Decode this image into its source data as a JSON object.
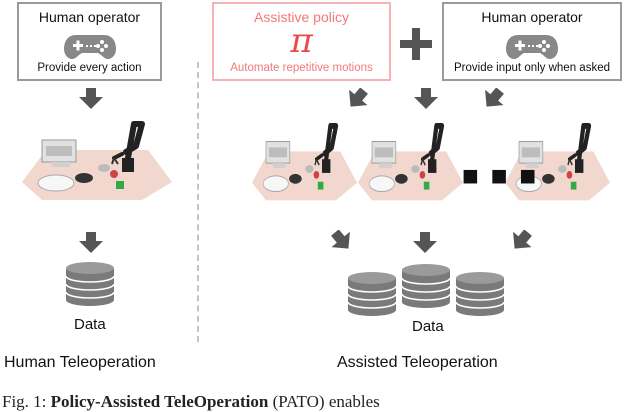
{
  "left_box": {
    "title": "Human operator",
    "subtitle": "Provide every action",
    "icon": "gamepad-icon"
  },
  "policy_box": {
    "title": "Assistive policy",
    "symbol": "π",
    "subtitle": "Automate repetitive motions"
  },
  "right_box": {
    "title": "Human operator",
    "subtitle": "Provide input only when asked",
    "icon": "gamepad-icon"
  },
  "plus_icon": "plus-icon",
  "ellipsis": "■ ■ ■",
  "data_left": "Data",
  "data_right": "Data",
  "section_left": "Human Teleoperation",
  "section_right": "Assisted Teleoperation",
  "caption": {
    "prefix": "Fig. 1: ",
    "bold": "Policy-Assisted TeleOperation",
    "rest": " (PATO) enables"
  },
  "colors": {
    "policy_accent": "#ec4a4a",
    "policy_border": "#f5b3b3",
    "box_border": "#9a9a9a",
    "arrow": "#555555",
    "database": "#7a7a7a"
  }
}
